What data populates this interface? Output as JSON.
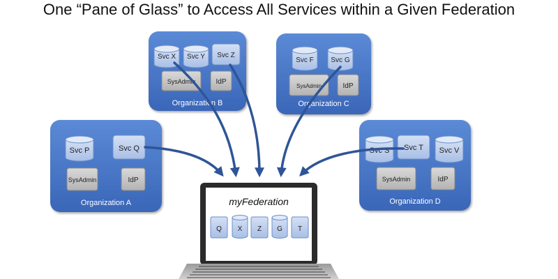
{
  "title": "One “Pane of Glass” to Access All Services within a Given Federation",
  "organizations": {
    "a": {
      "label": "Organization A",
      "services": [
        "Svc P",
        "Svc Q"
      ],
      "sysadmin": "SysAdmin",
      "idp": "IdP"
    },
    "b": {
      "label": "Organization B",
      "services": [
        "Svc X",
        "Svc Y",
        "Svc Z"
      ],
      "sysadmin": "SysAdmin",
      "idp": "IdP"
    },
    "c": {
      "label": "Organization C",
      "services": [
        "Svc F",
        "Svc G"
      ],
      "sysadmin": "SysAdmin",
      "idp": "IdP"
    },
    "d": {
      "label": "Organization D",
      "services": [
        "Svc S",
        "Svc T",
        "Svc V"
      ],
      "sysadmin": "SysAdmin",
      "idp": "IdP"
    }
  },
  "federation": {
    "name": "myFederation",
    "services": [
      "Q",
      "X",
      "Z",
      "G",
      "T"
    ]
  },
  "colors": {
    "org_box": "#4472c4",
    "org_box_light": "#5b8ad6",
    "service": "#b4c7e7",
    "arrow": "#2f5597",
    "laptop": "#2b2b2b"
  }
}
